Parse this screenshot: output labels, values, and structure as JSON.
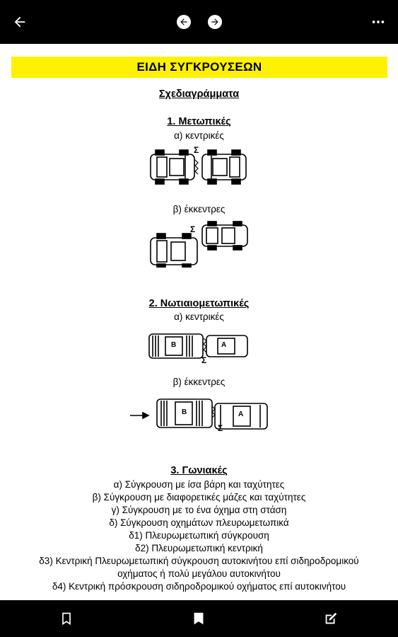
{
  "toolbar": {
    "back_icon": "arrow-left-icon",
    "prev_icon": "circle-arrow-left-icon",
    "next_icon": "circle-arrow-right-icon",
    "more_icon": "more-vertical-icon"
  },
  "page": {
    "banner_title": "ΕΙΔΗ ΣΥΓΚΡΟΥΣΕΩΝ",
    "subtitle": "Σχεδιαγράμματα",
    "sections": [
      {
        "heading": "1. Μετωπικές",
        "items": [
          {
            "label": "α) κεντρικές",
            "figure_text": "Σ"
          },
          {
            "label": "β) έκκεντρες",
            "figure_text": "Σ"
          }
        ]
      },
      {
        "heading": "2. Νωτιαιομετωπικές",
        "items": [
          {
            "label": "α) κεντρικές",
            "figure_text": "Σ",
            "car_b": "B",
            "car_a": "A"
          },
          {
            "label": "β) έκκεντρες",
            "figure_text": "Σ",
            "car_b": "B",
            "car_a": "A"
          }
        ]
      },
      {
        "heading": "3. Γωνιακές",
        "lines": [
          "α) Σύγκρουση με ίσα βάρη και ταχύτητες",
          "β) Σύγκρουση με διαφορετικές μάζες και ταχύτητες",
          "γ) Σύγκρουση με το ένα όχημα στη στάση",
          "δ) Σύγκρουση οχημάτων πλευρωμετωπικά",
          "δ1) Πλευρωμετωπική σύγκρουση",
          "δ2) Πλευρωμετωπική κεντρική",
          "δ3) Κεντρική Πλευρωμετωπική σύγκρουση αυτοκινήτου επί σιδηροδρομικού",
          "οχήματος ή πολύ μεγάλου αυτοκινήτου",
          "δ4) Κεντρική πρόσκρουση σιδηροδρομικού οχήματος επί αυτοκινήτου"
        ]
      }
    ]
  },
  "bottombar": {
    "bookmark_icon": "bookmark-outline-icon",
    "bookmarks_icon": "bookmarks-icon",
    "edit_icon": "edit-note-icon"
  },
  "colors": {
    "banner": "#fff200",
    "bars": "#000000"
  }
}
